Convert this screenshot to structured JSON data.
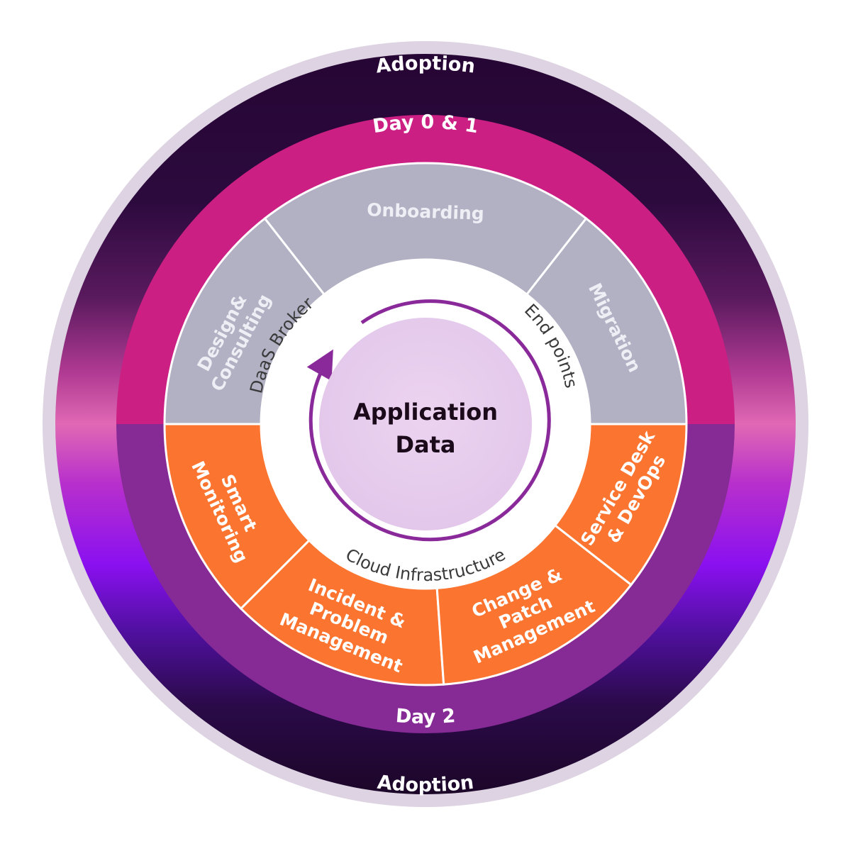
{
  "diagram": {
    "outer_ring": {
      "top_label": "Adoption",
      "bottom_label": "Adoption"
    },
    "phase_ring": {
      "top_label": "Day 0 & 1",
      "bottom_label": "Day 2"
    },
    "segments_top": [
      {
        "lines": [
          "Design&",
          "Consulting"
        ]
      },
      {
        "lines": [
          "Onboarding"
        ]
      },
      {
        "lines": [
          "Migration"
        ]
      }
    ],
    "segments_bottom": [
      {
        "lines": [
          "Smart",
          "Monitoring"
        ]
      },
      {
        "lines": [
          "Incident &",
          "Problem",
          "Management"
        ]
      },
      {
        "lines": [
          "Change &",
          "Patch",
          "Management"
        ]
      },
      {
        "lines": [
          "Service Desk",
          "& DevOps"
        ]
      }
    ],
    "inner_ring": {
      "left": "DaaS Broker",
      "right": "End points",
      "bottom": "Cloud Infrastructure"
    },
    "center": {
      "line1": "Application",
      "line2": "Data"
    },
    "colors": {
      "outer_dark": "#2a0a3e",
      "outer_glow_pink": "#e060b0",
      "outer_glow_violet": "#8a10f0",
      "outer_rim": "#ddd3e2",
      "day01": "#cc1f84",
      "day2": "#862a96",
      "grey_segment": "#b2b0c3",
      "orange_segment": "#fb7430",
      "center_fill": "#e7cdee",
      "cycle_arrow": "#8a2a9a"
    }
  }
}
